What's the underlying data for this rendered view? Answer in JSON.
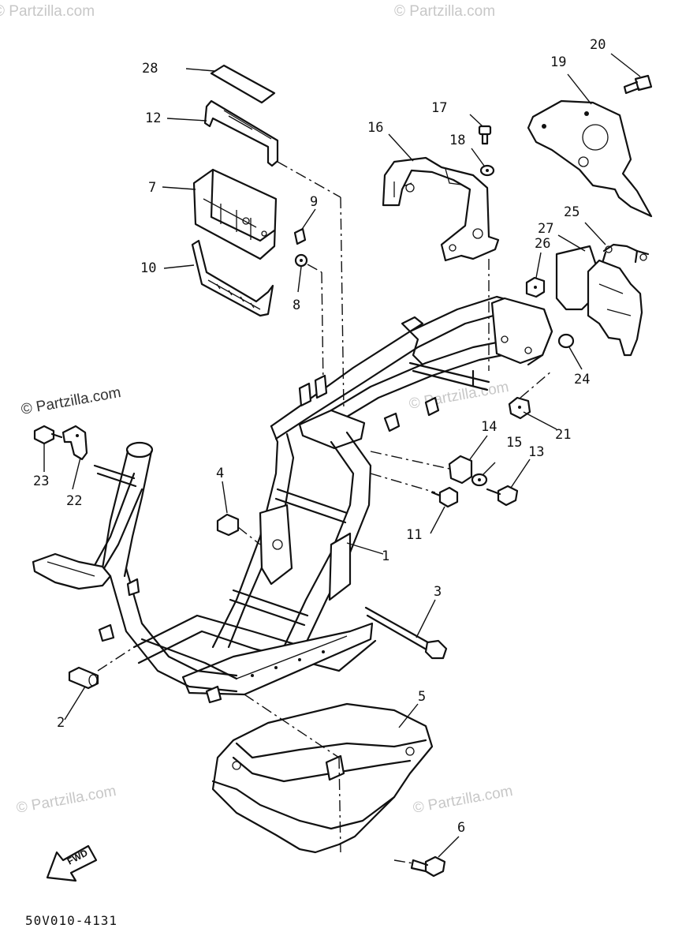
{
  "watermarks": {
    "top_left": "© Partzilla.com",
    "top_center": "© Partzilla.com",
    "mid_left": "© Partzilla.com",
    "mid_center": "© Partzilla.com",
    "bottom_left": "© Partzilla.com",
    "bottom_right": "© Partzilla.com"
  },
  "callouts": {
    "p1": "1",
    "p2": "2",
    "p3": "3",
    "p4": "4",
    "p5": "5",
    "p6": "6",
    "p7": "7",
    "p8": "8",
    "p9": "9",
    "p10": "10",
    "p11": "11",
    "p12": "12",
    "p13": "13",
    "p14": "14",
    "p15": "15",
    "p16": "16",
    "p17": "17",
    "p18": "18",
    "p19": "19",
    "p20": "20",
    "p21": "21",
    "p22": "22",
    "p23": "23",
    "p24": "24",
    "p25": "25",
    "p26": "26",
    "p27": "27",
    "p28": "28"
  },
  "fwd_label": "FWD",
  "diagram_code": "50V010-4131"
}
